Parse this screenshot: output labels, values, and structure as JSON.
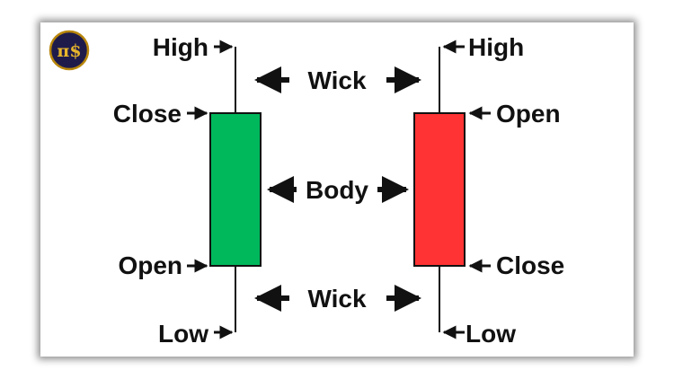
{
  "logo": {
    "text": "π$"
  },
  "colors": {
    "bullish_body": "#00b85c",
    "bearish_body": "#ff3333",
    "outline": "#111111",
    "text": "#111111"
  },
  "bullish_candle": {
    "high_label": "High",
    "close_label": "Close",
    "open_label": "Open",
    "low_label": "Low"
  },
  "bearish_candle": {
    "high_label": "High",
    "open_label": "Open",
    "close_label": "Close",
    "low_label": "Low"
  },
  "center_labels": {
    "upper_wick": "Wick",
    "body": "Body",
    "lower_wick": "Wick"
  }
}
